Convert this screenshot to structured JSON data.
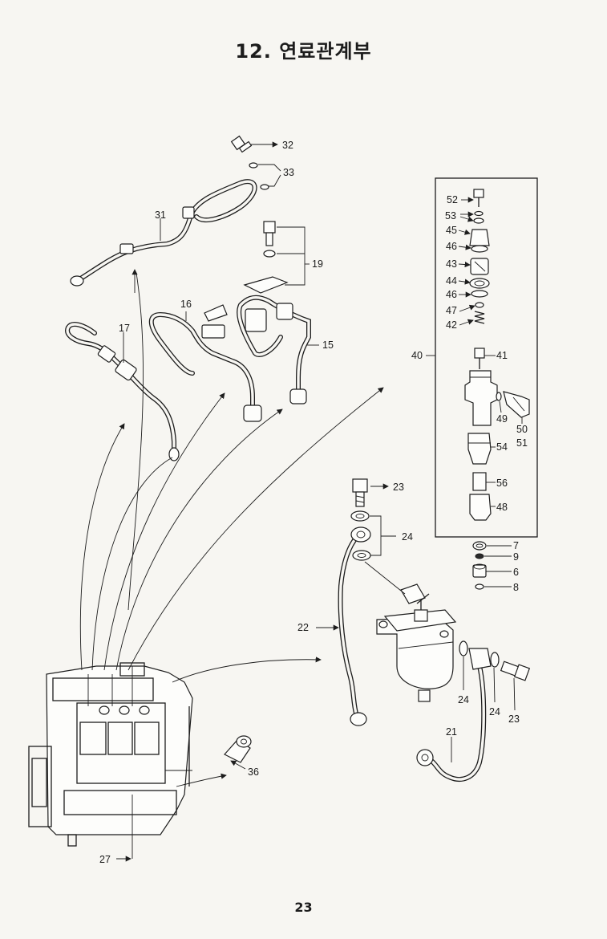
{
  "page": {
    "title": "12. 연료관계부",
    "page_number": "23"
  },
  "callouts": {
    "c32": "32",
    "c33": "33",
    "c31": "31",
    "c19": "19",
    "c16": "16",
    "c17": "17",
    "c15": "15",
    "c52": "52",
    "c53": "53",
    "c45": "45",
    "c46a": "46",
    "c43": "43",
    "c44": "44",
    "c46b": "46",
    "c47": "47",
    "c42": "42",
    "c40": "40",
    "c41": "41",
    "c49": "49",
    "c50": "50",
    "c51": "51",
    "c54": "54",
    "c56": "56",
    "c48": "48",
    "c7": "7",
    "c9": "9",
    "c6": "6",
    "c8": "8",
    "c23a": "23",
    "c24a": "24",
    "c22": "22",
    "c24b": "24",
    "c24c": "24",
    "c23b": "23",
    "c21": "21",
    "c36": "36",
    "c27": "27"
  },
  "colors": {
    "ink": "#1d1d1d",
    "paper": "#f7f6f2"
  }
}
